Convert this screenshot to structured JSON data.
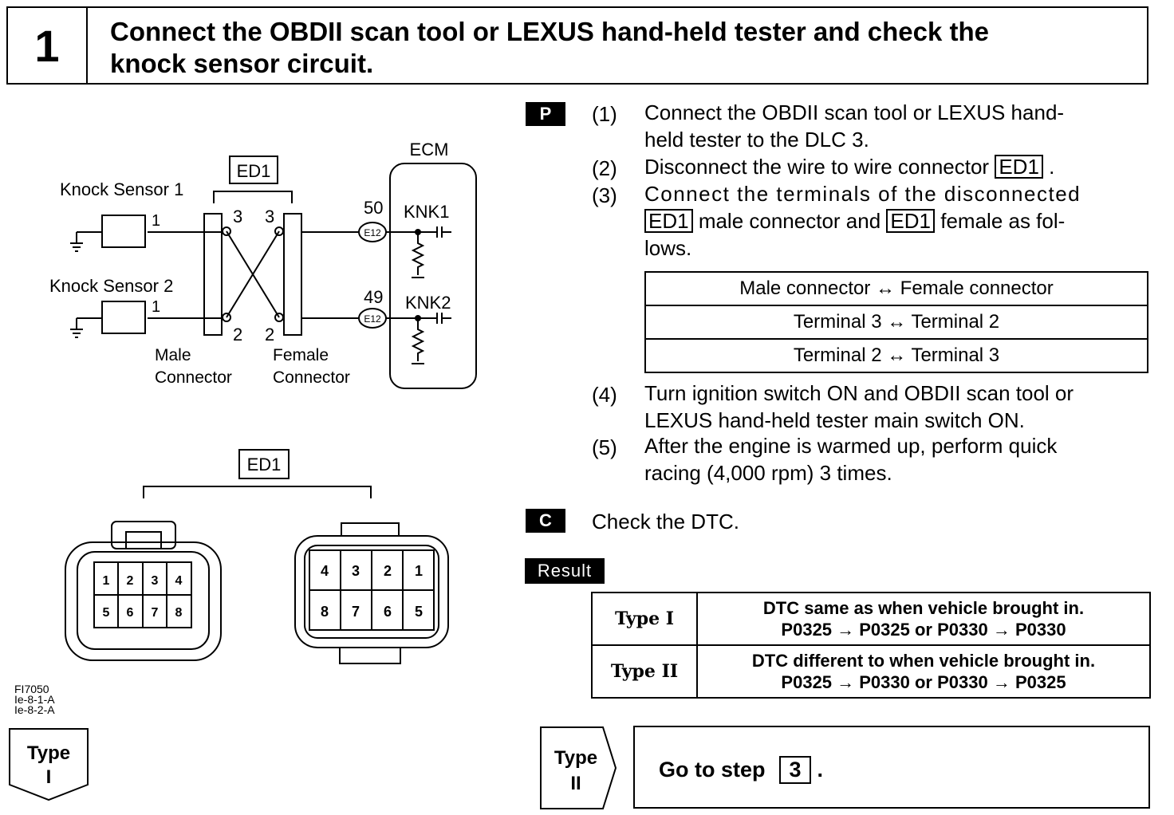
{
  "header": {
    "step_number": "1",
    "title_line1": "Connect the OBDII scan tool or LEXUS hand-held tester and check the",
    "title_line2": "knock sensor circuit."
  },
  "diagram": {
    "ecm_label": "ECM",
    "connector_label": "ED1",
    "knock_sensor_1": "Knock Sensor 1",
    "knock_sensor_2": "Knock Sensor 2",
    "male_connector_1": "Male",
    "male_connector_2": "Connector",
    "female_connector_1": "Female",
    "female_connector_2": "Connector",
    "pin_50": "50",
    "pin_49": "49",
    "e12": "E12",
    "knk1": "KNK1",
    "knk2": "KNK2",
    "term_1": "1",
    "term_2": "2",
    "term_3": "3",
    "face_label": "ED1",
    "left_face_pins": [
      "1",
      "2",
      "3",
      "4",
      "5",
      "6",
      "7",
      "8"
    ],
    "right_face_pins": [
      "4",
      "3",
      "2",
      "1",
      "8",
      "7",
      "6",
      "5"
    ],
    "ref_codes": [
      "FI7050",
      "Ie-8-1-A",
      "Ie-8-2-A"
    ]
  },
  "procedure": {
    "prep_tag": "P",
    "steps": [
      {
        "n": "(1)",
        "line1": "Connect the OBDII scan tool or LEXUS hand-",
        "line2": "held tester to the DLC 3."
      },
      {
        "n": "(2)",
        "text_before": "Disconnect the wire to wire connector",
        "ref": "ED1",
        "text_after": "."
      },
      {
        "n": "(3)",
        "line1": "Connect the terminals of the disconnected",
        "ref1": "ED1",
        "mid": "male connector and",
        "ref2": "ED1",
        "end": "female as fol-",
        "line3": "lows."
      },
      {
        "n": "(4)",
        "line1": "Turn ignition switch ON and OBDII scan tool or",
        "line2": "LEXUS hand-held tester main switch ON."
      },
      {
        "n": "(5)",
        "line1": "After the engine is warmed up, perform quick",
        "line2": "racing (4,000 rpm) 3 times."
      }
    ],
    "connection_table": [
      "Male connector ↔ Female connector",
      "Terminal 3 ↔ Terminal 2",
      "Terminal 2 ↔ Terminal 3"
    ],
    "check_tag": "C",
    "check_text": "Check the DTC.",
    "result_tag": "Result",
    "results": [
      {
        "type": "Type I",
        "line1": "DTC same as when vehicle brought in.",
        "line2": "P0325 → P0325 or P0330 → P0330"
      },
      {
        "type": "Type II",
        "line1": "DTC different to when vehicle brought in.",
        "line2": "P0325 → P0330 or P0330 → P0325"
      }
    ]
  },
  "branches": {
    "type1_line1": "Type",
    "type1_line2": "I",
    "type2_line1": "Type",
    "type2_line2": "II",
    "goto_text": "Go to step",
    "goto_step": "3",
    "goto_end": "."
  }
}
